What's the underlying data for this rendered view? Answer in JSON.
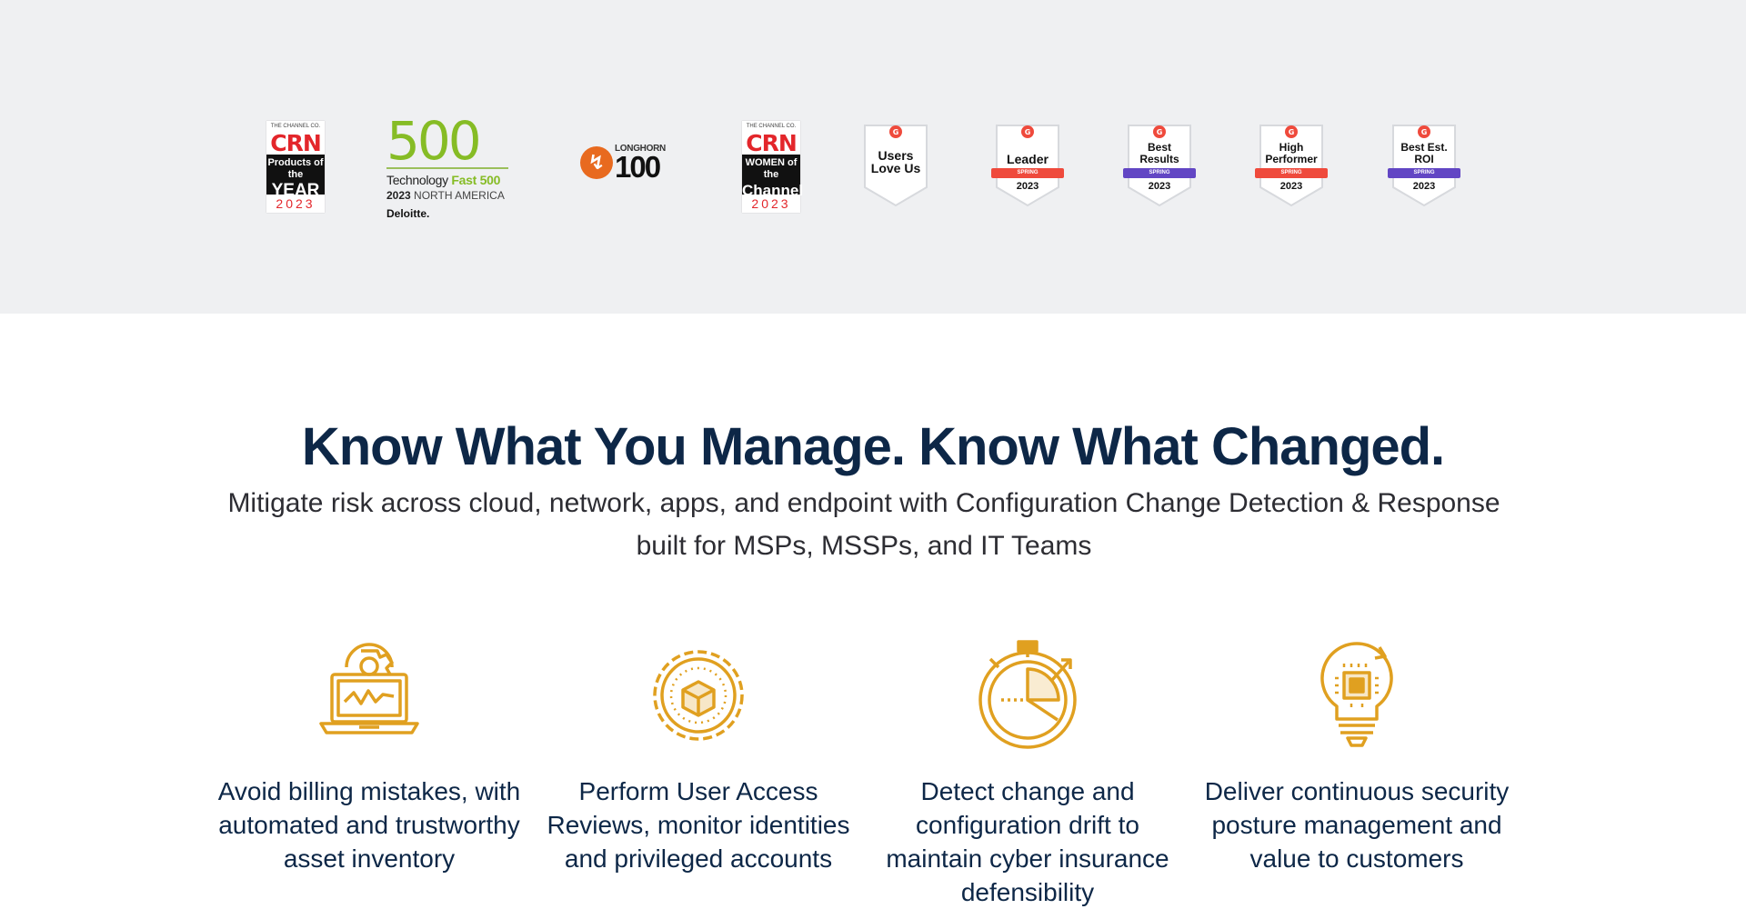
{
  "awards": {
    "crn_products": {
      "top": "THE CHANNEL CO.",
      "logo": "CRN",
      "line1": "Products of the",
      "line2": "YEAR",
      "year": "2023"
    },
    "deloitte": {
      "big": "500",
      "tech": "Technology",
      "fast": "Fast 500",
      "year": "2023",
      "region": "NORTH AMERICA",
      "brand": "Deloitte."
    },
    "longhorn": {
      "brand": "LONGHORN",
      "number": "100"
    },
    "crn_women": {
      "top": "THE CHANNEL CO.",
      "logo": "CRN",
      "line1": "WOMEN of the",
      "line2": "Channel",
      "year": "2023"
    },
    "g2_badges": [
      {
        "title": "Users Love Us",
        "ribbon": "",
        "year": ""
      },
      {
        "title": "Leader",
        "ribbon": "SPRING",
        "year": "2023",
        "ribbon_color": "#ef4a3c"
      },
      {
        "title": "Best Results",
        "ribbon": "SPRING",
        "year": "2023",
        "ribbon_color": "#6246c4"
      },
      {
        "title": "High Performer",
        "ribbon": "SPRING",
        "year": "2023",
        "ribbon_color": "#ef4a3c"
      },
      {
        "title": "Best Est. ROI",
        "ribbon": "SPRING",
        "year": "2023",
        "ribbon_color": "#6246c4"
      }
    ]
  },
  "hero": {
    "headline": "Know What You Manage. Know What Changed.",
    "subhead": "Mitigate risk across cloud, network, apps, and endpoint with Configuration Change Detection & Response built for MSPs, MSSPs, and IT Teams"
  },
  "features": [
    {
      "icon": "laptop-gear-icon",
      "text": "Avoid billing mistakes, with automated and trustworthy asset inventory"
    },
    {
      "icon": "gear-cube-icon",
      "text": "Perform User Access Reviews, monitor identities and privileged accounts"
    },
    {
      "icon": "stopwatch-chart-icon",
      "text": "Detect change and configuration drift to maintain cyber insurance defensibility"
    },
    {
      "icon": "lightbulb-chip-icon",
      "text": "Deliver continuous security posture management and value to customers"
    }
  ],
  "colors": {
    "accent": "#e0a020",
    "navy": "#0d2747",
    "band": "#eff0f2"
  }
}
